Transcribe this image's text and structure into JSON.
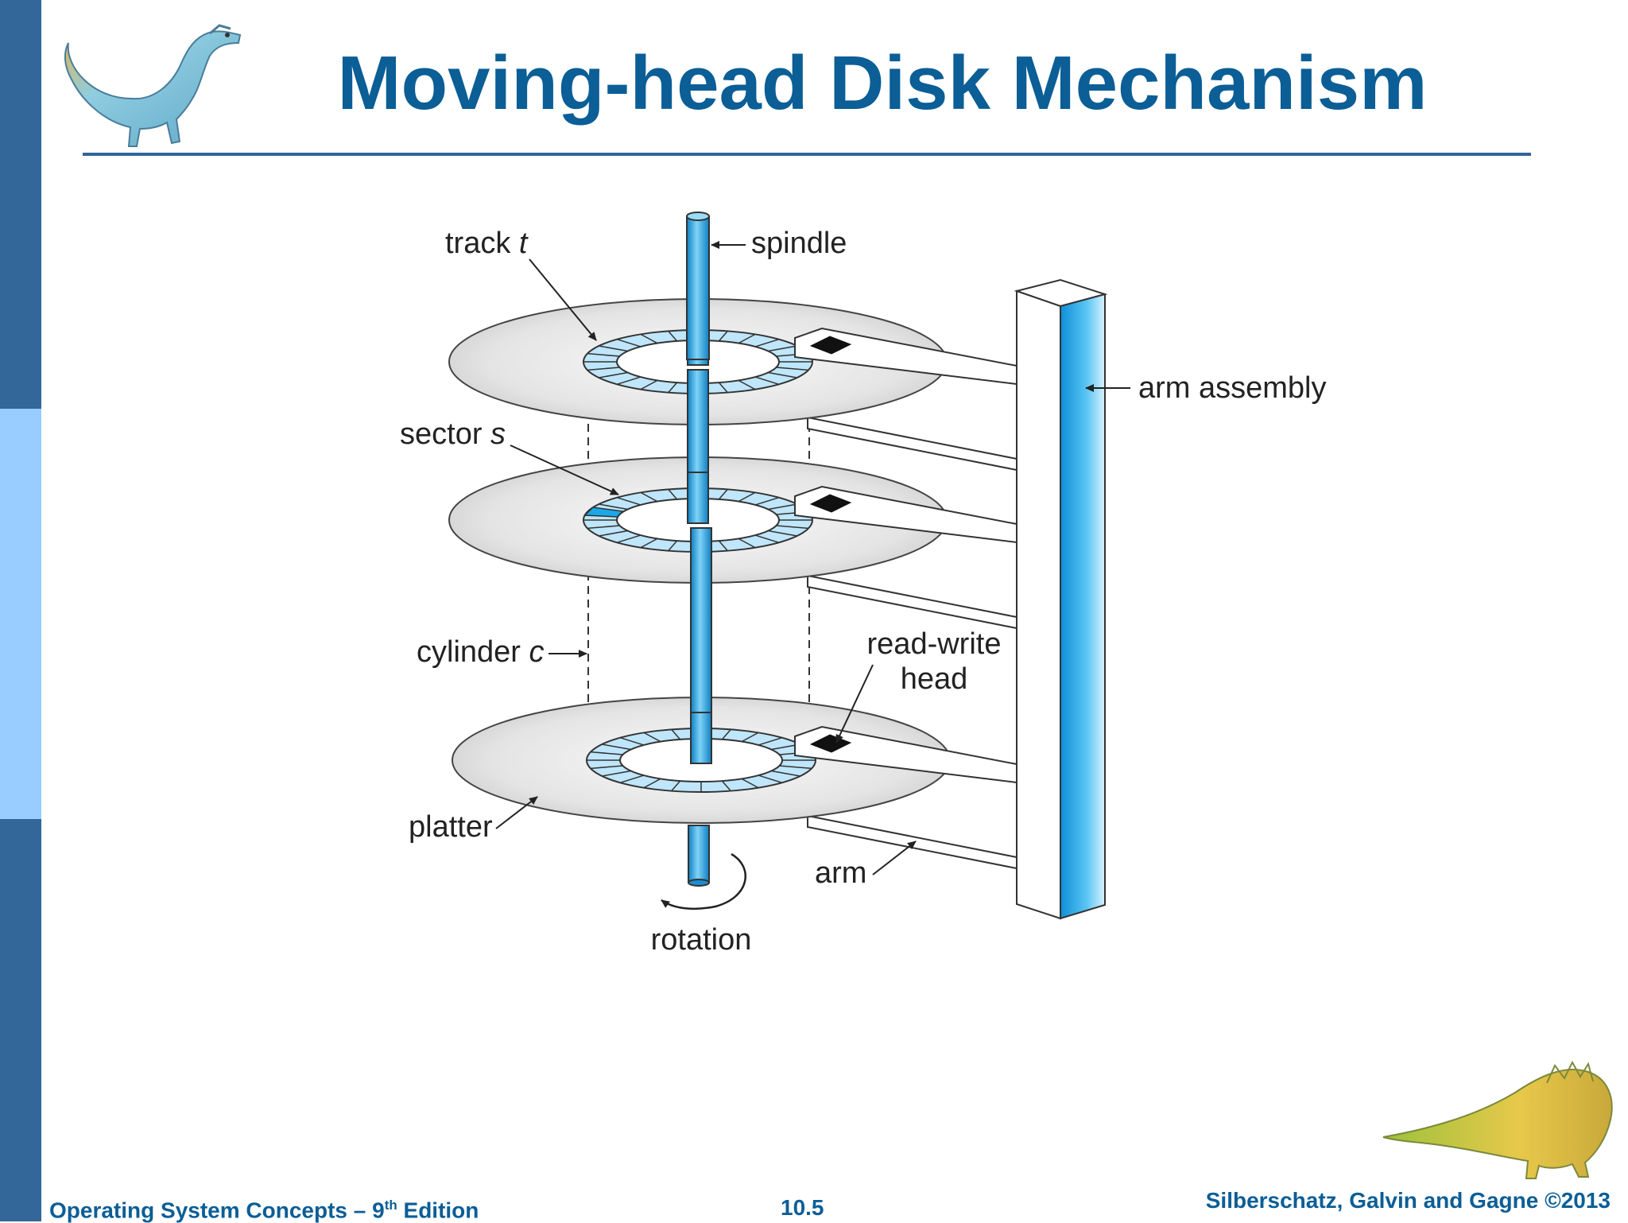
{
  "slide": {
    "title": "Moving-head Disk Mechanism",
    "footer_left_pre": "Operating System Concepts – 9",
    "footer_left_sup": "th",
    "footer_left_post": " Edition",
    "footer_center": "10.5",
    "footer_right": "Silberschatz, Galvin and Gagne ©2013"
  },
  "diagram": {
    "labels": {
      "track_word": "track ",
      "track_var": "t",
      "spindle": "spindle",
      "arm_assembly": "arm assembly",
      "sector_word": "sector ",
      "sector_var": "s",
      "cylinder_word": "cylinder ",
      "cylinder_var": "c",
      "rw_head_line1": "read-write",
      "rw_head_line2": "head",
      "platter": "platter",
      "arm": "arm",
      "rotation": "rotation"
    },
    "platter_count": 3,
    "sectors_per_track": 24
  },
  "colors": {
    "brand_blue": "#0b5e96",
    "bar_dark": "#336699",
    "bar_light": "#99ccff",
    "spindle_blue": "#1a9fe0",
    "track_fill": "#bfe6fa",
    "sector_highlight": "#1aa8e8",
    "platter_gray": "#e2e2e2"
  }
}
